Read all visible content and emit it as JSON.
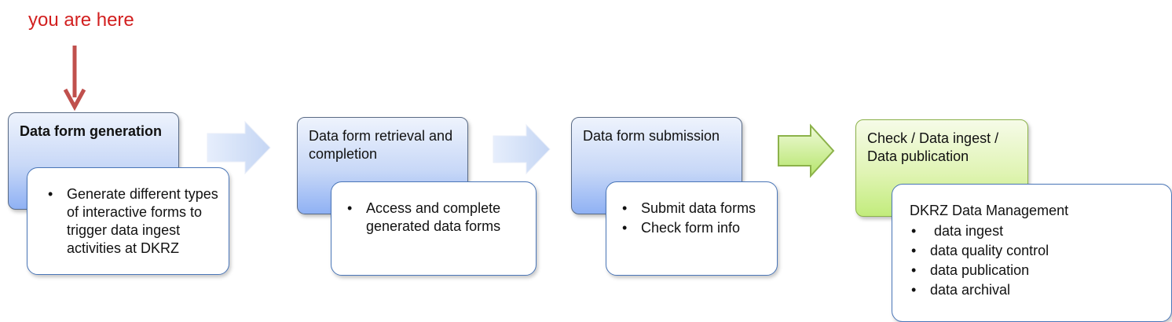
{
  "marker": {
    "text": "you are here",
    "color": "#d21f1f"
  },
  "stages": [
    {
      "title": "Data form generation",
      "details": [
        "Generate different types of interactive forms to trigger data ingest activities at DKRZ"
      ]
    },
    {
      "title": "Data form retrieval and completion",
      "details": [
        "Access and complete generated data forms"
      ]
    },
    {
      "title": "Data form submission",
      "details": [
        "Submit data forms",
        "Check form  info"
      ]
    },
    {
      "title": "Check / Data ingest / Data publication",
      "details_heading": "DKRZ Data Management",
      "details": [
        " data ingest",
        "data quality control",
        "data publication",
        "data archival"
      ]
    }
  ],
  "colors": {
    "stage_blue": "#8fb1f4",
    "stage_green": "#c2ec7c",
    "detail_border": "#4a76b8",
    "connector_blue": "#dce6f8",
    "connector_green": "#c2ec7c"
  }
}
